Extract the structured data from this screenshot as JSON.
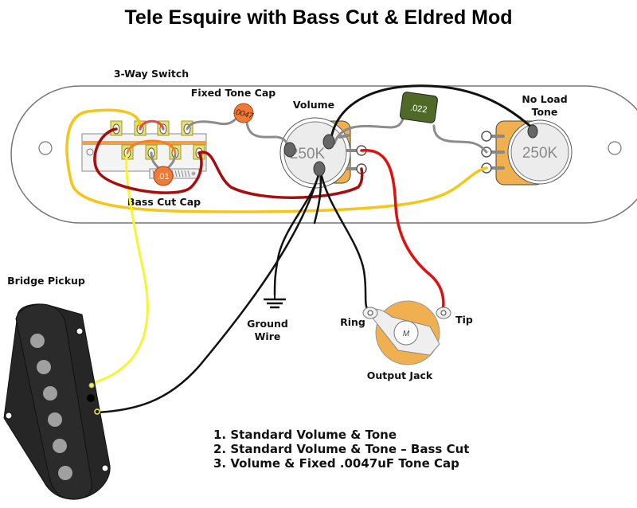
{
  "title": "Tele Esquire with Bass Cut & Eldred Mod",
  "labels": {
    "switch": "3-Way Switch",
    "fixed_tone_cap": "Fixed Tone Cap",
    "volume": "Volume",
    "no_load_tone_line1": "No Load",
    "no_load_tone_line2": "Tone",
    "bass_cut_cap": "Bass Cut Cap",
    "bridge_pickup": "Bridge Pickup",
    "ground_line1": "Ground",
    "ground_line2": "Wire",
    "ring": "Ring",
    "tip": "Tip",
    "output_jack": "Output Jack",
    "jack_center": "M"
  },
  "components": {
    "volume_pot_value": "250K",
    "tone_pot_value": "250K",
    "fixed_tone_cap_value": ".0047",
    "tone_cap_value": ".022",
    "bass_cut_cap_value": ".01"
  },
  "legend": [
    "1. Standard Volume & Tone",
    "2. Standard Volume & Tone – Bass Cut",
    "3. Volume & Fixed .0047uF Tone Cap"
  ],
  "colors": {
    "wire_yellow": "#f5c518",
    "wire_bright_yellow": "#f5f530",
    "wire_dark_red": "#a80c0c",
    "wire_red": "#e01010",
    "wire_orange": "#f08020",
    "wire_pink_red": "#e84848",
    "wire_black": "#111111",
    "wire_grey": "#8c8c8c",
    "pot_body": "#f0b050",
    "cap_orange": "#ef7a35",
    "cap_green": "#4e6a26",
    "lug_yellow": "#e8e070"
  }
}
